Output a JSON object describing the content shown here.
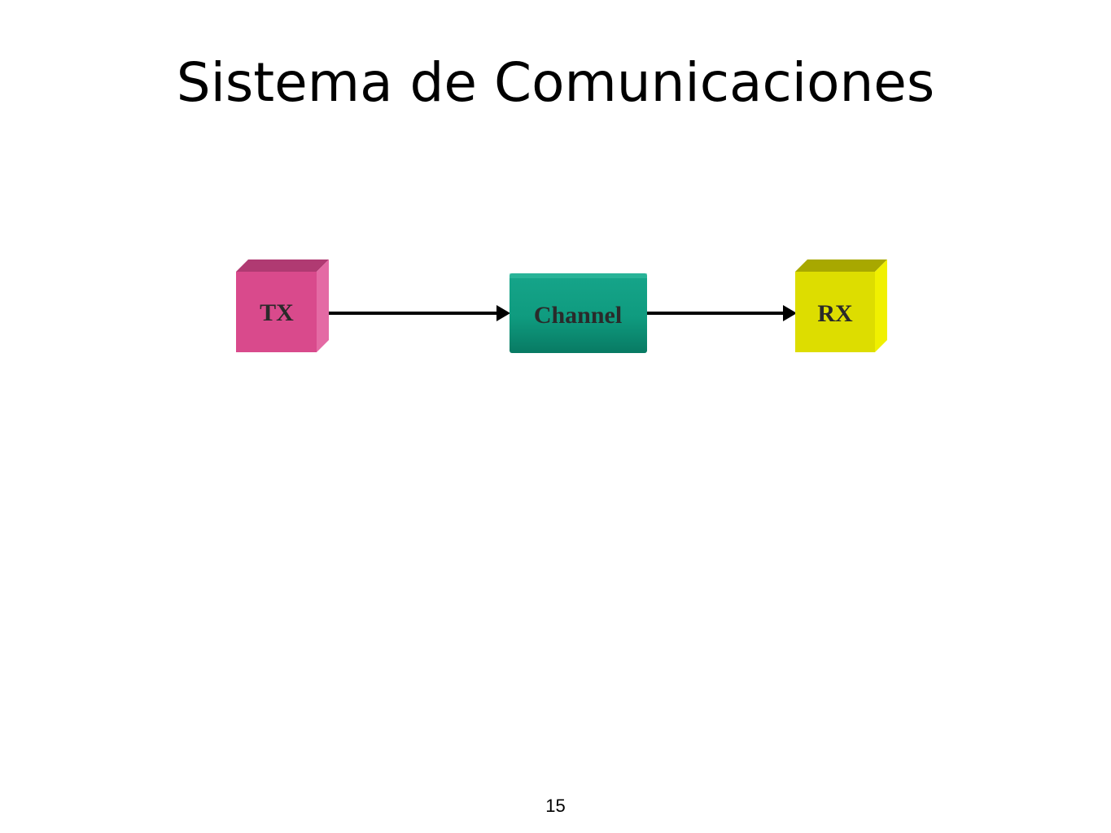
{
  "slide": {
    "title": "Sistema de Comunicaciones",
    "page_number": "15"
  },
  "diagram": {
    "blocks": [
      {
        "id": "tx",
        "label": "TX",
        "color": "#d94a8c"
      },
      {
        "id": "channel",
        "label": "Channel",
        "color": "#0f9b7f"
      },
      {
        "id": "rx",
        "label": "RX",
        "color": "#dddd00"
      }
    ],
    "connections": [
      {
        "from": "tx",
        "to": "channel"
      },
      {
        "from": "channel",
        "to": "rx"
      }
    ]
  }
}
